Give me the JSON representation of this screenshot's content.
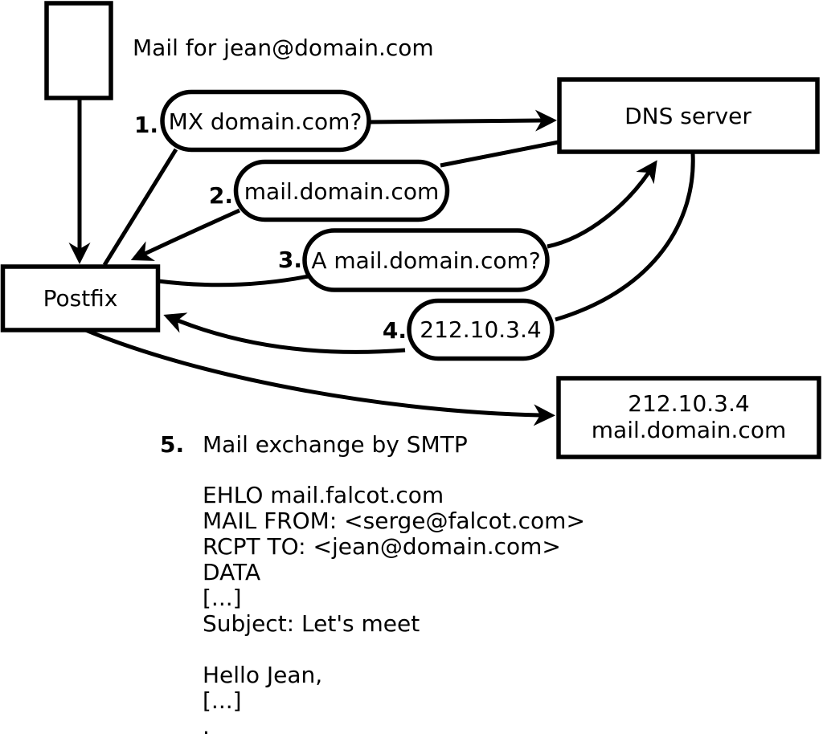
{
  "colors": {
    "ink": "#000000",
    "background": "#ffffff"
  },
  "note": "Mail for jean@domain.com",
  "nodes": {
    "postfix": "Postfix",
    "dns_server": "DNS server",
    "mail_server": {
      "line1": "212.10.3.4",
      "line2": "mail.domain.com"
    }
  },
  "steps": [
    {
      "num": "1.",
      "label": "MX domain.com?"
    },
    {
      "num": "2.",
      "label": "mail.domain.com"
    },
    {
      "num": "3.",
      "label": "A mail.domain.com?"
    },
    {
      "num": "4.",
      "label": "212.10.3.4"
    },
    {
      "num": "5.",
      "label": "Mail exchange by SMTP"
    }
  ],
  "smtp_session": {
    "lines": [
      "EHLO mail.falcot.com",
      "MAIL FROM: <serge@falcot.com>",
      "RCPT TO: <jean@domain.com>",
      "DATA",
      "[...]",
      "Subject: Let's meet",
      "",
      "Hello Jean,",
      "[...]",
      "."
    ]
  }
}
